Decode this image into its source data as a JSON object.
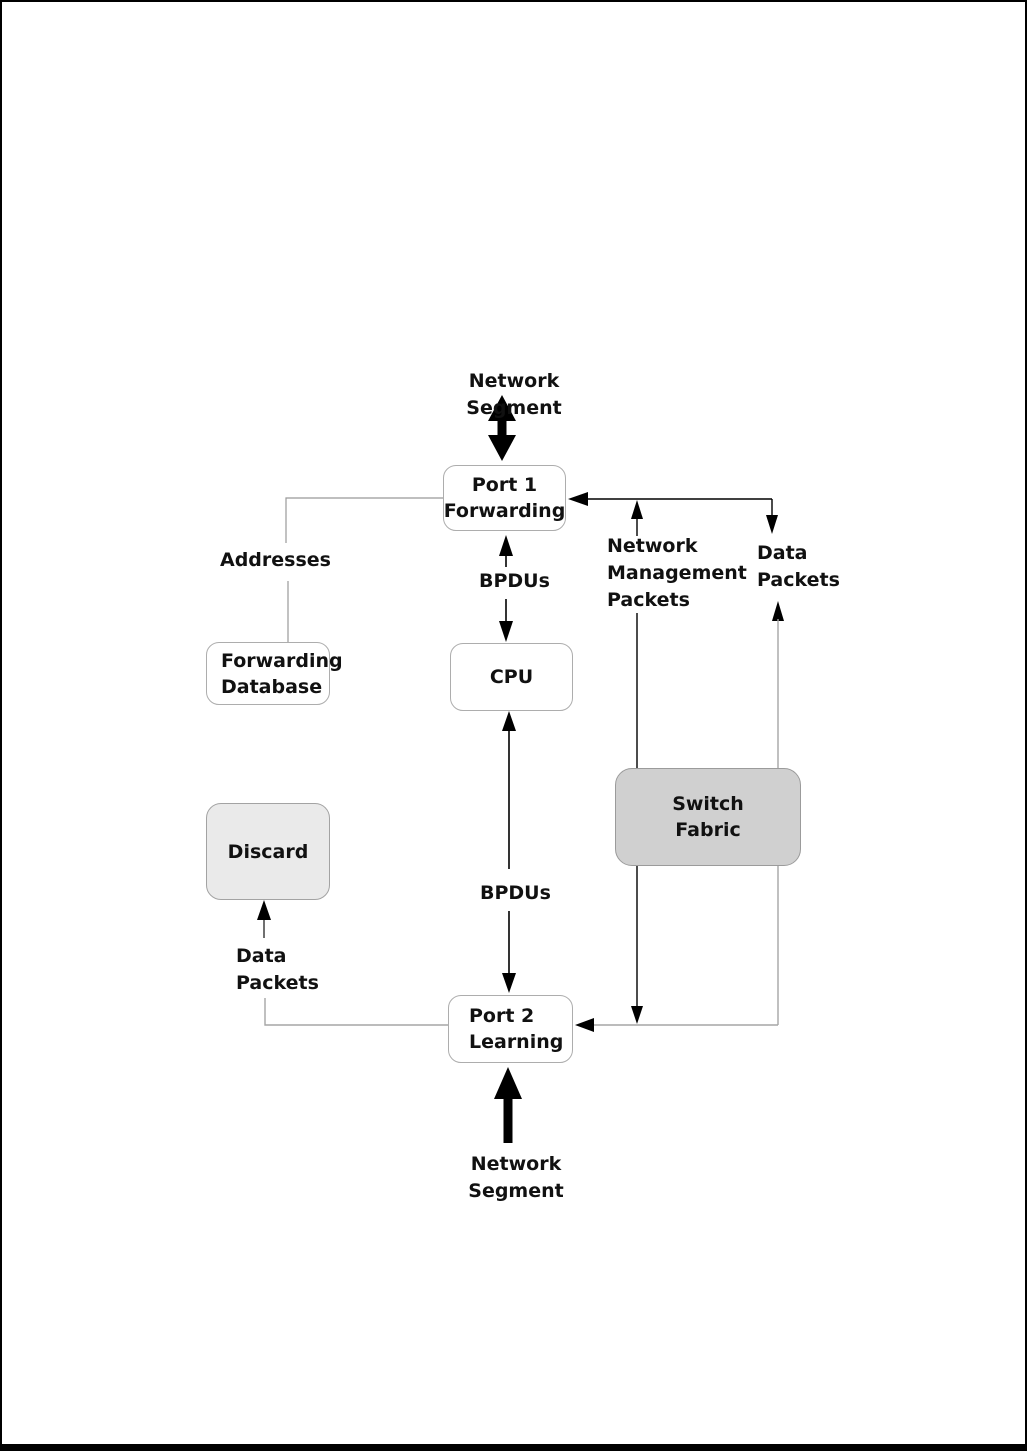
{
  "page": {
    "background": "#ffffff",
    "frame_color": "#000000"
  },
  "diagram": {
    "labels": {
      "network_segment_top": "Network Segment",
      "addresses": "Addresses",
      "bpdus_upper": "BPDUs",
      "network_management_packets": "Network\nManagement\nPackets",
      "data_packets_right": "Data\nPackets",
      "bpdus_lower": "BPDUs",
      "data_packets_left": "Data\nPackets",
      "network_segment_bottom": "Network Segment"
    },
    "nodes": {
      "port1": {
        "label": "Port 1\nForwarding",
        "fill": "#ffffff"
      },
      "forwarding_database": {
        "label": "Forwarding\nDatabase",
        "fill": "#ffffff"
      },
      "cpu": {
        "label": "CPU",
        "fill": "#ffffff"
      },
      "discard": {
        "label": "Discard",
        "fill": "#eaeaea"
      },
      "switch_fabric": {
        "label": "Switch\nFabric",
        "fill": "#d0d0d0"
      },
      "port2": {
        "label": "Port 2\nLearning",
        "fill": "#ffffff"
      }
    },
    "colors": {
      "arrow_black": "#000000",
      "line_gray": "#9e9e9e",
      "node_border": "#adadad"
    }
  }
}
